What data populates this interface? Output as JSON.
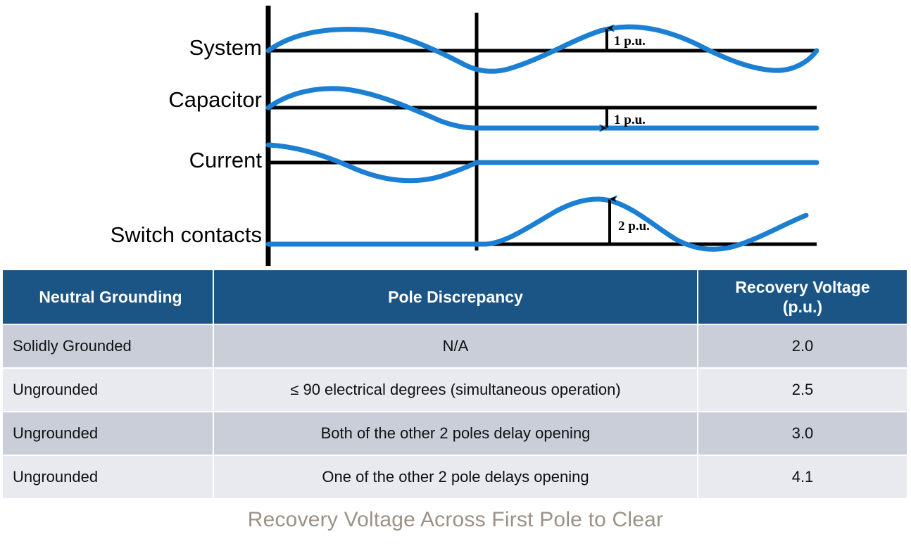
{
  "figure": {
    "caption": "Recovery Voltage Across First Pole to Clear",
    "trace_labels": [
      {
        "name": "system",
        "text": "System"
      },
      {
        "name": "capacitor",
        "text": "Capacitor"
      },
      {
        "name": "current",
        "text": "Current"
      },
      {
        "name": "switch-contacts",
        "text": "Switch contacts"
      }
    ],
    "annotations": [
      {
        "name": "system-pu",
        "text": "1 p.u.",
        "direction": "up"
      },
      {
        "name": "capacitor-pu",
        "text": "1 p.u.",
        "direction": "down"
      },
      {
        "name": "switch-pu",
        "text": "2 p.u.",
        "direction": "up"
      }
    ],
    "colors": {
      "trace": "#1b7fd4",
      "axis": "#000000",
      "caption": "#9b9287"
    }
  },
  "chart_data": {
    "type": "line",
    "title": "Recovery Voltage Across First Pole to Clear",
    "xlabel": "",
    "ylabel": "",
    "grid": false,
    "legend_position": "left-labels",
    "interruption_time_fraction": 0.38,
    "series": [
      {
        "name": "System",
        "baseline_label": "System",
        "waveform": "sinusoid",
        "amplitude_pu": 1,
        "phase_deg": 0,
        "cycles": 2,
        "note": "continues sinusoidally after interruption",
        "annotation": "1 p.u."
      },
      {
        "name": "Capacitor",
        "baseline_label": "Capacitor",
        "waveform": "sinusoid-then-trapped-charge",
        "amplitude_pu": 1,
        "phase_deg": 0,
        "note": "holds trapped charge at -1 p.u. after current zero",
        "annotation": "1 p.u."
      },
      {
        "name": "Current",
        "baseline_label": "Current",
        "waveform": "sinusoid-then-zero",
        "amplitude_pu": 1,
        "phase_deg": 90,
        "note": "interrupted at current zero, then flat"
      },
      {
        "name": "Switch contacts",
        "baseline_label": "Switch contacts",
        "waveform": "zero-then-sinusoid",
        "amplitude_pu": 2,
        "note": "recovery voltage rises to 2 p.u. peak after interruption",
        "annotation": "2 p.u."
      }
    ]
  },
  "table": {
    "name": "recovery-voltage-table",
    "headers": [
      "Neutral Grounding",
      "Pole Discrepancy",
      "Recovery Voltage\n(p.u.)"
    ],
    "header_line1": "Recovery Voltage",
    "header_line2": "(p.u.)",
    "rows": [
      {
        "neutral_grounding": "Solidly Grounded",
        "pole_discrepancy": "N/A",
        "recovery_voltage": "2.0"
      },
      {
        "neutral_grounding": "Ungrounded",
        "pole_discrepancy": "≤ 90 electrical degrees (simultaneous operation)",
        "recovery_voltage": "2.5"
      },
      {
        "neutral_grounding": "Ungrounded",
        "pole_discrepancy": "Both of the other 2 poles delay opening",
        "recovery_voltage": "3.0"
      },
      {
        "neutral_grounding": "Ungrounded",
        "pole_discrepancy": "One of the other 2 pole delays opening",
        "recovery_voltage": "4.1"
      }
    ],
    "colors": {
      "header_bg": "#1b5586",
      "header_text": "#ffffff",
      "row_dark": "#c9ced9",
      "row_light": "#e8eaf0"
    }
  }
}
